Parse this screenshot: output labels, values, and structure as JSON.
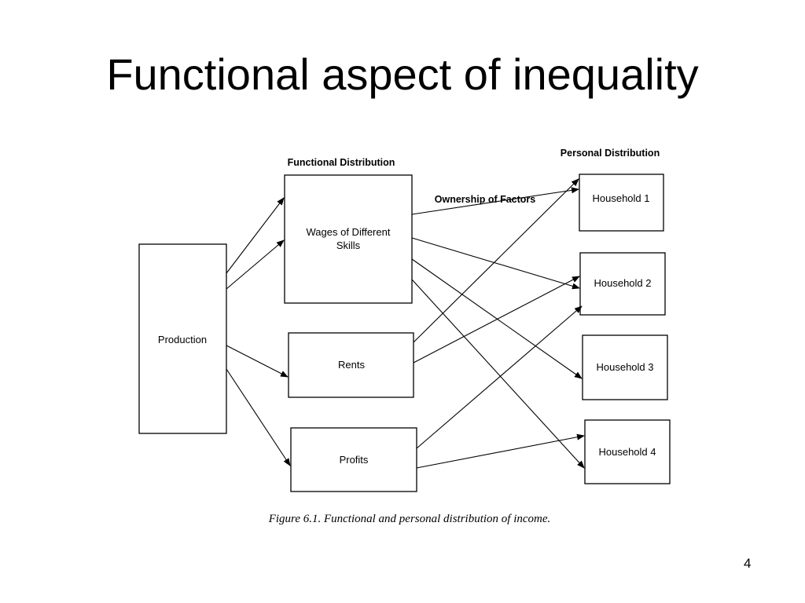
{
  "slide": {
    "title": "Functional aspect of inequality",
    "page_number": "4"
  },
  "diagram": {
    "headers": {
      "functional": "Functional Distribution",
      "personal": "Personal Distribution",
      "ownership": "Ownership of Factors"
    },
    "nodes": {
      "production": "Production",
      "wages_line1": "Wages of Different",
      "wages_line2": "Skills",
      "rents": "Rents",
      "profits": "Profits",
      "household1": "Household 1",
      "household2": "Household 2",
      "household3": "Household 3",
      "household4": "Household 4"
    },
    "caption": "Figure 6.1.  Functional and personal distribution of income."
  }
}
